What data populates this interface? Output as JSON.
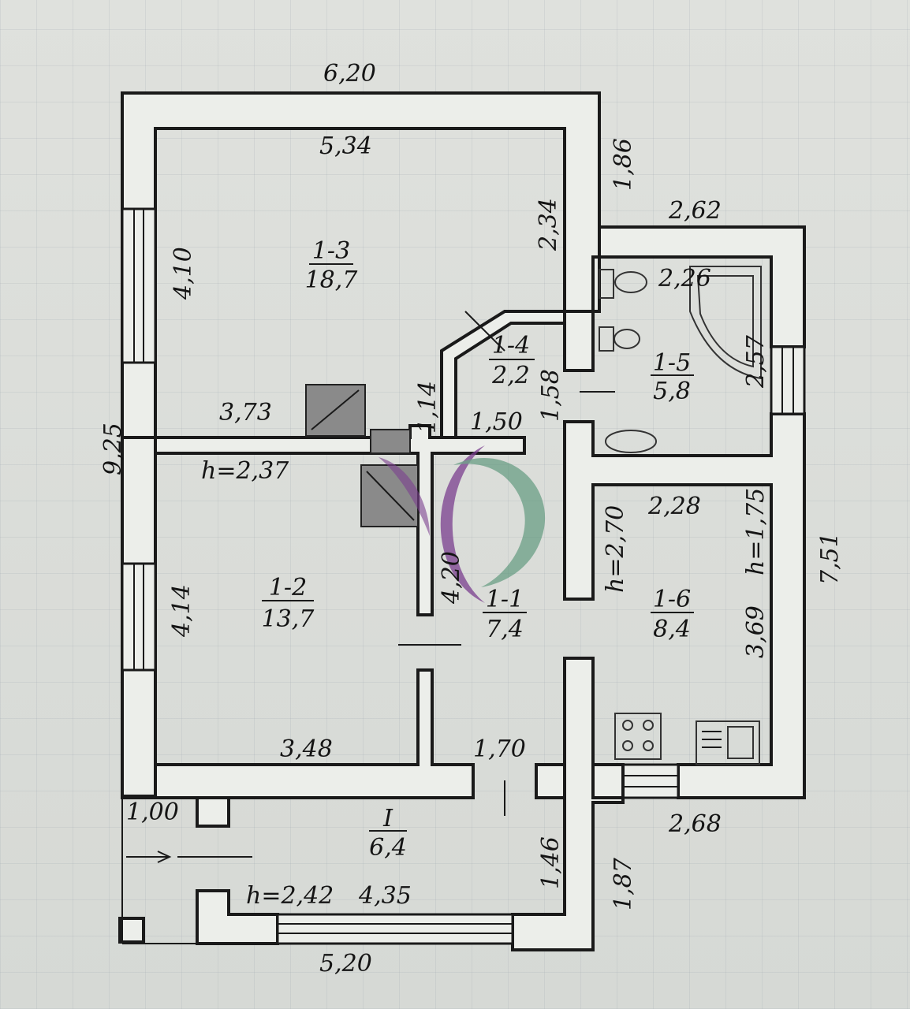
{
  "plan": {
    "dimensions": {
      "outer_top": "6,20",
      "r13_top": "5,34",
      "r13_left": "4,10",
      "r13_right": "2,34",
      "east_top": "1,86",
      "r13_bottom": "3,73",
      "corr_vert": "1,14",
      "r14_right": "1,58",
      "r14_bottom": "1,50",
      "overall_left": "9,25",
      "ceiling_main": "h=2,37",
      "r12_left": "4,14",
      "r11_left": "4,20",
      "r12_bottom": "3,48",
      "r11_bottom": "1,70",
      "r11_height": "h=2,70",
      "r15_top_outer": "2,62",
      "r15_top_inner": "2,26",
      "r15_right": "2,57",
      "r16_top": "2,28",
      "r16_height": "h=1,75",
      "r16_right": "3,69",
      "outer_right": "7,51",
      "porch_left": "1,00",
      "porch_right": "1,46",
      "porch_ceiling": "h=2,42",
      "porch_inner": "4,35",
      "east_bottom": "1,87",
      "r16_bottom": "2,68",
      "outer_bottom": "5,20"
    },
    "rooms": [
      {
        "id": "1-3",
        "area": "18,7"
      },
      {
        "id": "1-4",
        "area": "2,2"
      },
      {
        "id": "1-5",
        "area": "5,8"
      },
      {
        "id": "1-2",
        "area": "13,7"
      },
      {
        "id": "1-1",
        "area": "7,4"
      },
      {
        "id": "1-6",
        "area": "8,4"
      },
      {
        "id": "I",
        "area": "6,4"
      }
    ]
  }
}
